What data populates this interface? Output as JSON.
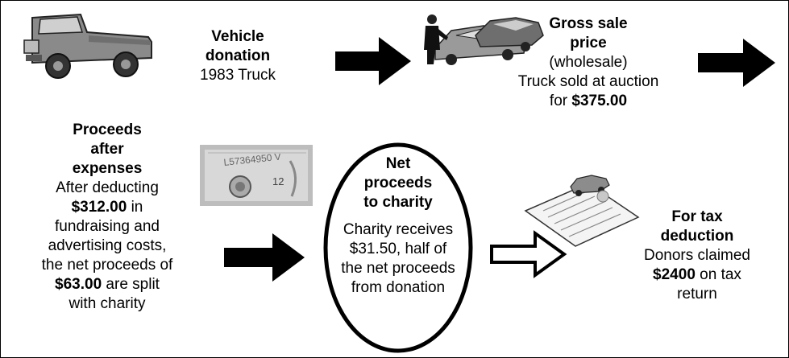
{
  "vehicle": {
    "title_line1": "Vehicle",
    "title_line2": "donation",
    "subtitle": "1983 Truck"
  },
  "gross": {
    "title_line1": "Gross sale",
    "title_line2": "price",
    "line3": "(wholesale)",
    "line4": "Truck sold at auction",
    "line5_prefix": "for ",
    "line5_amount": "$375.00"
  },
  "proceeds": {
    "title_line1": "Proceeds",
    "title_line2": "after",
    "title_line3": "expenses",
    "line4": "After deducting",
    "line5_amount": "$312.00",
    "line5_suffix": " in",
    "line6": "fundraising and",
    "line7": "advertising costs,",
    "line8": "the net proceeds of",
    "line9_amount": "$63.00",
    "line9_suffix": " are split",
    "line10": "with charity"
  },
  "net": {
    "title_line1": "Net",
    "title_line2": "proceeds",
    "title_line3": "to charity",
    "line4": "Charity receives",
    "line5": "$31.50, half of",
    "line6": "the net proceeds",
    "line7": "from donation"
  },
  "tax": {
    "title_line1": "For tax",
    "title_line2": "deduction",
    "line3": "Donors claimed",
    "line4_amount": "$2400",
    "line4_suffix": " on tax",
    "line5": "return"
  },
  "icons": {
    "truck": "pickup-truck-icon",
    "cars": "car-dealer-icon",
    "money": "dollar-bill-icon",
    "document": "tax-document-icon"
  },
  "colors": {
    "arrow": "#000000",
    "outline": "#000000",
    "background": "#ffffff"
  }
}
